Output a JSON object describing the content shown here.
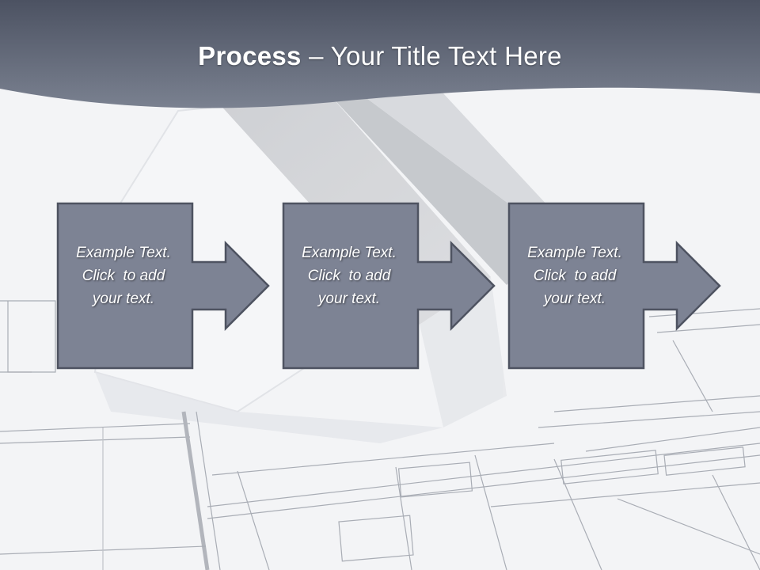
{
  "title": {
    "bold": "Process",
    "rest": " – Your Title Text Here"
  },
  "steps": [
    {
      "lines": [
        "Example Text.",
        "Click  to add",
        "your text."
      ]
    },
    {
      "lines": [
        "Example Text.",
        "Click  to add",
        "your text."
      ]
    },
    {
      "lines": [
        "Example Text.",
        "Click  to add",
        "your text."
      ]
    }
  ],
  "colors": {
    "header": "#5c6373",
    "box_fill": "#7d8394",
    "box_stroke": "#4e5361"
  }
}
